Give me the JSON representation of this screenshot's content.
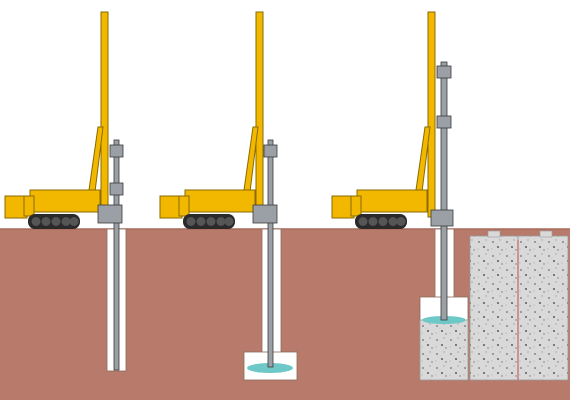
{
  "scene": {
    "stages": [
      {
        "id": "stage-1",
        "phase": "drilling"
      },
      {
        "id": "stage-2",
        "phase": "drilling-complete"
      },
      {
        "id": "stage-3",
        "phase": "concrete-pouring"
      }
    ],
    "colors": {
      "sky": "#ffffff",
      "soil": "#b87a6a",
      "soil_edge": "#a86a5a",
      "rig_body": "#f2b800",
      "rig_outline": "#8a6a00",
      "track": "#2a2a2a",
      "drill_rod": "#9aa0a6",
      "drill_outline": "#3a3a3a",
      "bore_hole": "#ffffff",
      "water": "#6ec8c8",
      "concrete": "#d9d9d9",
      "concrete_speckle": "#7a7a7a",
      "pile_separator": "#c0504d"
    },
    "icons": [
      "drilling-rig-icon",
      "crawler-track-icon",
      "drill-rod-icon",
      "concrete-pile-icon"
    ]
  }
}
